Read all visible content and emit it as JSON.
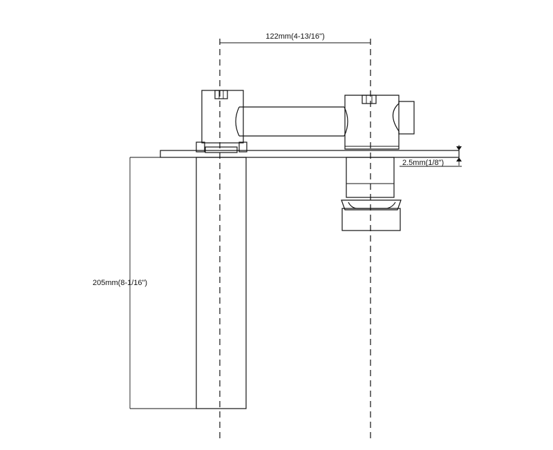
{
  "dimensions": {
    "horizontal_spacing": "122mm(4-13/16\")",
    "plate_thickness": "2.5mm(1/8\")",
    "spout_height": "205mm(8-1/16\")"
  },
  "colors": {
    "line": "#111111",
    "background": "#ffffff"
  }
}
